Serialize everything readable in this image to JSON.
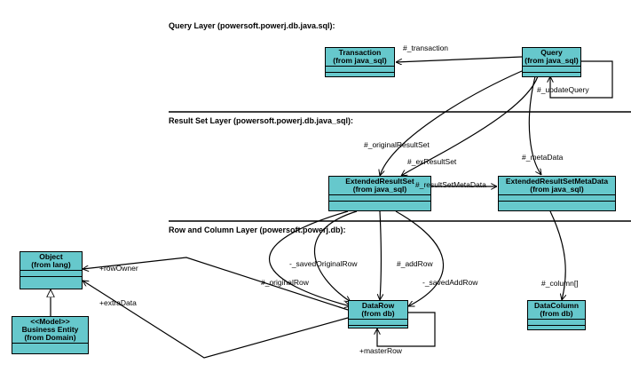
{
  "layers": {
    "query": "Query Layer (powersoft.powerj.db.java.sql):",
    "result_set": "Result Set Layer (powersoft.powerj.db.java_sql):",
    "row_column": "Row and Column Layer (powersoft.powerj.db):"
  },
  "classes": {
    "transaction": {
      "name": "Transaction",
      "from": "(from java_sql)"
    },
    "query": {
      "name": "Query",
      "from": "(from java_sql)"
    },
    "extended_result_set": {
      "name": "ExtendedResultSet",
      "from": "(from java_sql)"
    },
    "extended_result_set_meta_data": {
      "name": "ExtendedResultSetMetaData",
      "from": "(from java_sql)"
    },
    "object": {
      "name": "Object",
      "from": "(from lang)"
    },
    "business_entity": {
      "stereotype": "<<Model>>",
      "name": "Business Entity",
      "from": "(from Domain)"
    },
    "data_row": {
      "name": "DataRow",
      "from": "(from db)"
    },
    "data_column": {
      "name": "DataColumn",
      "from": "(from db)"
    }
  },
  "roles": {
    "transaction": "#_transaction",
    "update_query": "#_updateQuery",
    "original_result_set": "#_originalResultSet",
    "ex_result_set": "#_exResultSet",
    "meta_data": "#_metaData",
    "result_set_meta_data": "#_resultSetMetaData",
    "row_owner": "+rowOwner",
    "extra_data": "+extraData",
    "saved_original_row": "-_savedOriginalRow",
    "original_row": "#_originalRow",
    "add_row": "#_addRow",
    "saved_add_row": "-_savedAddRow",
    "column": "#_column[]",
    "master_row": "+masterRow"
  }
}
